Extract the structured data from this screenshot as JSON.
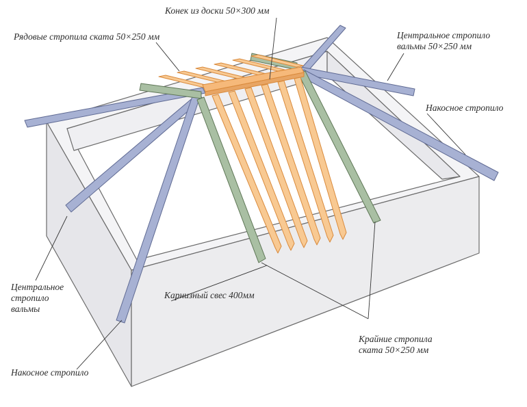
{
  "labels": {
    "ridge": "Конек из доски 50×300 мм",
    "common_rafters": "Рядовые стропила ската 50×250 мм",
    "hip_central_right_1": "Центральное стропило",
    "hip_central_right_2": "вальмы  50×250 мм",
    "diagonal_right": "Накосное стропило",
    "hip_central_left_1": "Центральное",
    "hip_central_left_2": "стропило",
    "hip_central_left_3": "вальмы",
    "eave_overhang": "Карнизный свес 400мм",
    "edge_rafters_1": "Крайние стропила",
    "edge_rafters_2": "ската 50×250 мм",
    "diagonal_left": "Накосное стропило"
  },
  "colors": {
    "wall_fill": "#ececee",
    "wall_stroke": "#6a6a6a",
    "ridge_wood": "#f6b97a",
    "rafter_wood": "#f8c992",
    "rafter_wood_edge": "#d98a3c",
    "edge_rafter": "#a9bfa3",
    "hip_rafter": "#a7b1d3",
    "leader": "#333333"
  }
}
